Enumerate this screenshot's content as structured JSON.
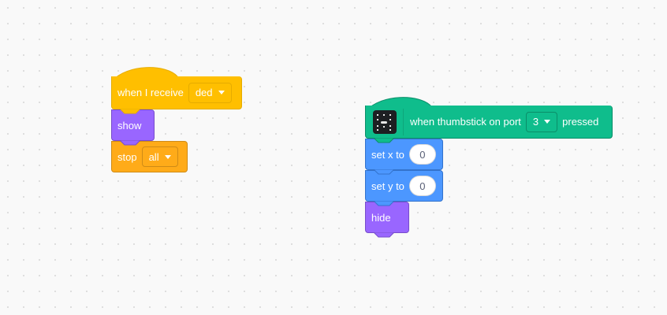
{
  "script1": {
    "hat": {
      "label": "when I receive",
      "dropdown": "ded"
    },
    "show": {
      "label": "show"
    },
    "stop": {
      "label": "stop",
      "dropdown": "all"
    }
  },
  "script2": {
    "hat": {
      "icon": "thumbstick-extension-icon",
      "label": "when thumbstick on port",
      "dropdown": "3",
      "suffix": "pressed"
    },
    "set_x": {
      "label": "set x to",
      "value": "0"
    },
    "set_y": {
      "label": "set y to",
      "value": "0"
    },
    "hide": {
      "label": "hide"
    }
  },
  "colors": {
    "events": "#ffbf00",
    "events_border": "#e6ac00",
    "events_field": "#e6ac00",
    "looks": "#9966ff",
    "looks_border": "#774dcb",
    "control": "#ffab19",
    "control_border": "#cf8b17",
    "extension": "#0fbd8c",
    "extension_border": "#0b8e69",
    "motion": "#4c97ff",
    "motion_border": "#3373cc",
    "canvas": "#f9f9f9"
  }
}
